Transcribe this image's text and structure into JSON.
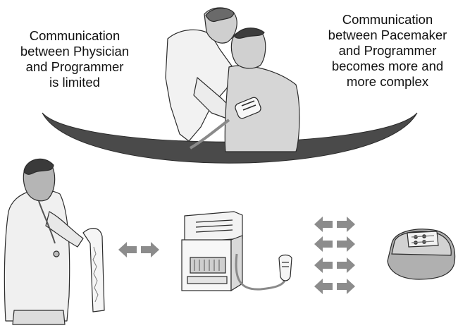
{
  "captions": {
    "physician_programmer": [
      "Communication",
      "between Physician",
      "and Programmer",
      "is limited"
    ],
    "pacemaker_programmer": [
      "Communication",
      "between Pacemaker",
      "and Programmer",
      "becomes more and",
      "more complex"
    ]
  },
  "colors": {
    "arc": "#4a4a4a",
    "arrow": "#8c8c8c",
    "figure_fill": "#e6e6e6",
    "outline": "#2b2b2b"
  },
  "icons": {
    "physician": "physician-reading-strip-icon",
    "patient": "physician-with-patient-icon",
    "programmer": "programmer-device-icon",
    "wand": "programming-wand-icon",
    "pacemaker": "pacemaker-icon",
    "arrow": "double-arrow-icon"
  }
}
